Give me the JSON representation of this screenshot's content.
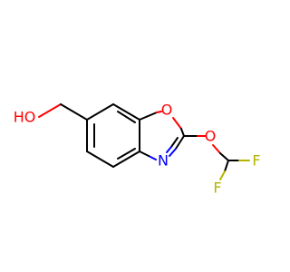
{
  "molecule": {
    "atoms": {
      "hydroxyl_oxygen": {
        "label": "HO",
        "color": "#ff0000"
      },
      "ring_oxygen": {
        "label": "O",
        "color": "#ff0000"
      },
      "ether_oxygen": {
        "label": "O",
        "color": "#ff0000"
      },
      "ring_nitrogen": {
        "label": "N",
        "color": "#0000ff"
      },
      "fluorine_1": {
        "label": "F",
        "color": "#b4b400"
      },
      "fluorine_2": {
        "label": "F",
        "color": "#b4b400"
      }
    },
    "bond_color": "#000000"
  }
}
